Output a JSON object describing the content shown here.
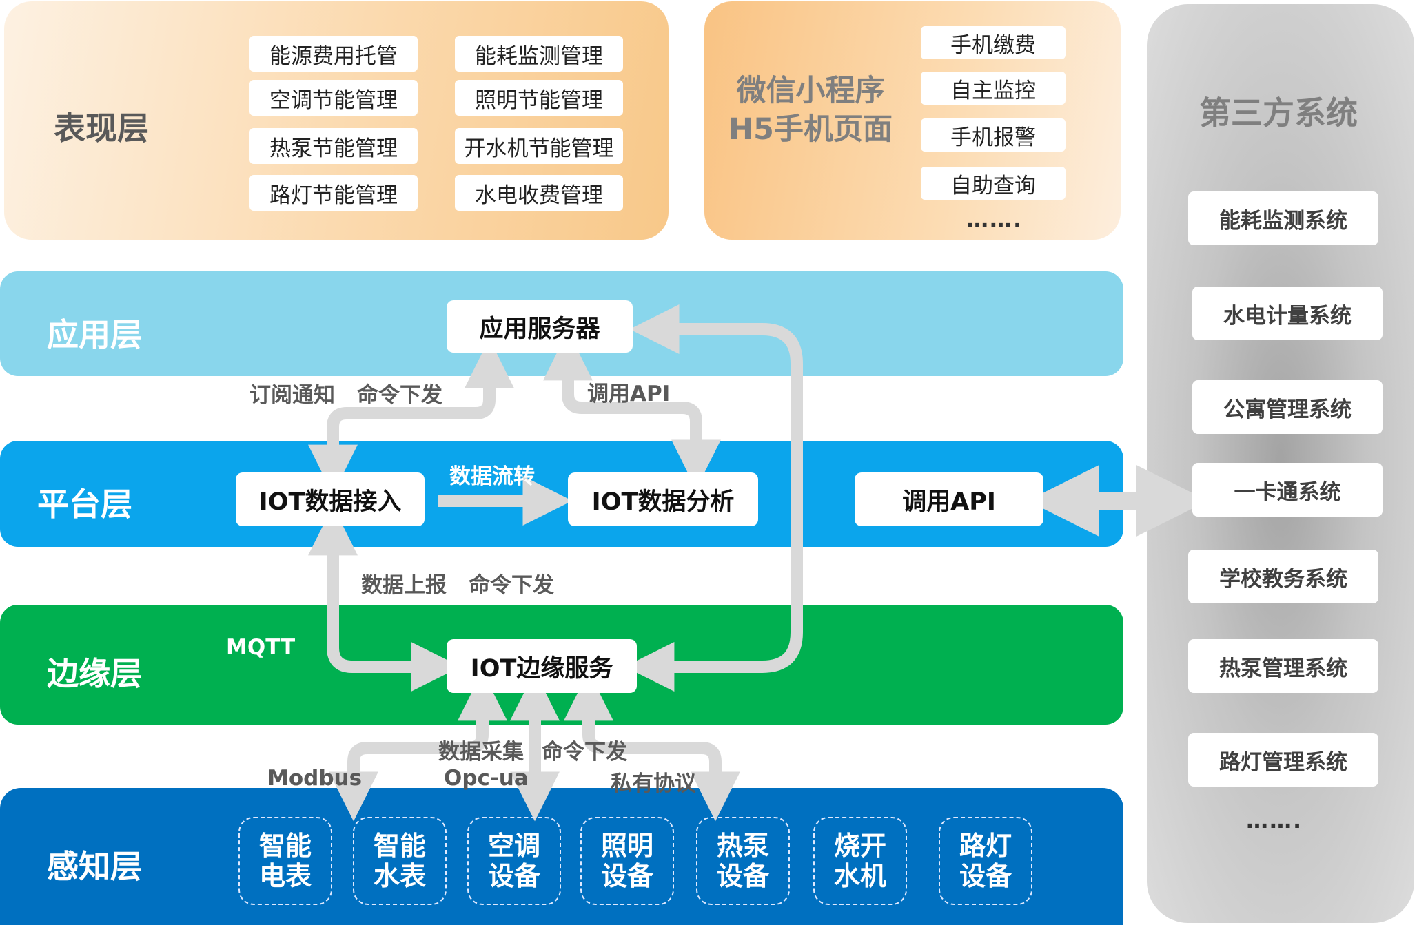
{
  "presentation": {
    "title": "表现层",
    "items": [
      "能源费用托管",
      "能耗监测管理",
      "空调节能管理",
      "照明节能管理",
      "热泵节能管理",
      "开水机节能管理",
      "路灯节能管理",
      "水电收费管理"
    ]
  },
  "mobile": {
    "title_line1": "微信小程序",
    "title_line2": "H5手机页面",
    "items": [
      "手机缴费",
      "自主监控",
      "手机报警",
      "自助查询"
    ],
    "more": "……."
  },
  "third_party": {
    "title": "第三方系统",
    "items": [
      "能耗监测系统",
      "水电计量系统",
      "公寓管理系统",
      "一卡通系统",
      "学校教务系统",
      "热泵管理系统",
      "路灯管理系统"
    ],
    "more": "……."
  },
  "application": {
    "title": "应用层",
    "server": "应用服务器"
  },
  "platform": {
    "title": "平台层",
    "access": "IOT数据接入",
    "analysis": "IOT数据分析",
    "api": "调用API"
  },
  "edge": {
    "title": "边缘层",
    "service": "IOT边缘服务",
    "protocol": "MQTT"
  },
  "sensing": {
    "title": "感知层",
    "devices": [
      {
        "line1": "智能",
        "line2": "电表"
      },
      {
        "line1": "智能",
        "line2": "水表"
      },
      {
        "line1": "空调",
        "line2": "设备"
      },
      {
        "line1": "照明",
        "line2": "设备"
      },
      {
        "line1": "热泵",
        "line2": "设备"
      },
      {
        "line1": "烧开",
        "line2": "水机"
      },
      {
        "line1": "路灯",
        "line2": "设备"
      }
    ]
  },
  "flow_labels": {
    "subscribe": "订阅通知",
    "command_down_1": "命令下发",
    "call_api": "调用API",
    "data_flow": "数据流转",
    "data_report": "数据上报",
    "command_down_2": "命令下发",
    "data_collect": "数据采集",
    "command_down_3": "命令下发",
    "modbus": "Modbus",
    "opcua": "Opc-ua",
    "private_protocol": "私有协议"
  },
  "colors": {
    "arrow": "#d9d9d9",
    "application_band": "#89d6ec",
    "platform_band": "#0ba5ec",
    "edge_band": "#00b050",
    "sensing_band": "#0070c0"
  }
}
